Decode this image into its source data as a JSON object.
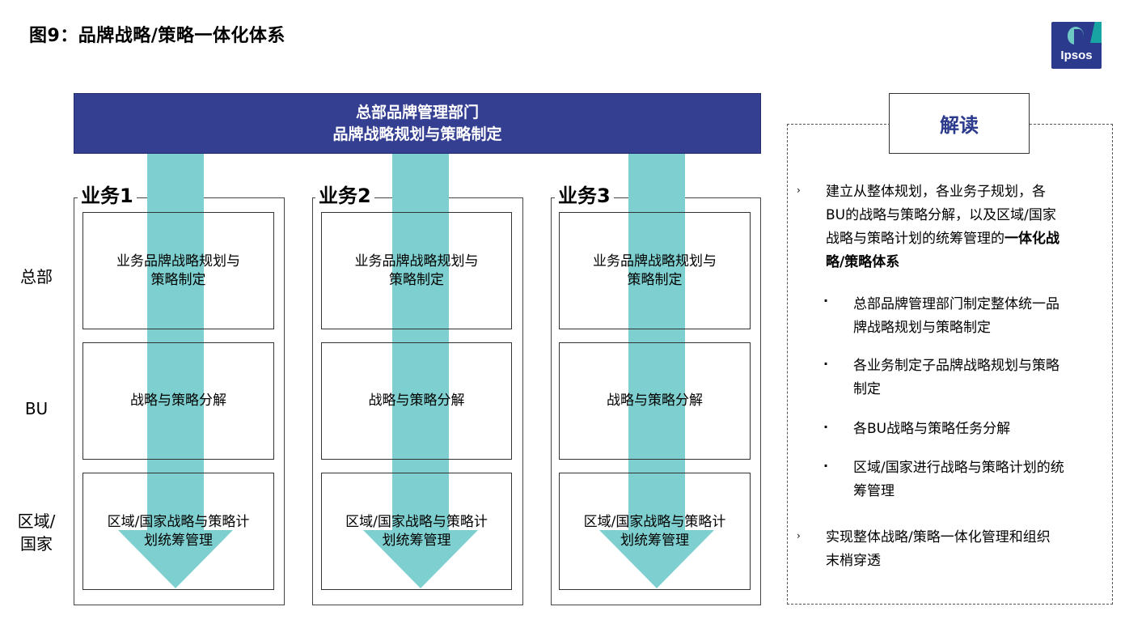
{
  "title": "图9：品牌战略/策略一体化体系",
  "logo": {
    "text": "Ipsos"
  },
  "hq": {
    "line1": "总部品牌管理部门",
    "line2": "品牌战略规划与策略制定"
  },
  "row_labels": {
    "hq": "总部",
    "bu": "BU",
    "region": "区域/\n国家"
  },
  "businesses": [
    {
      "label": "业务1",
      "hq_cell": "业务品牌战略规划与\n策略制定",
      "bu_cell": "战略与策略分解",
      "region_cell": "区域/国家战略与策略计\n划统筹管理"
    },
    {
      "label": "业务2",
      "hq_cell": "业务品牌战略规划与\n策略制定",
      "bu_cell": "战略与策略分解",
      "region_cell": "区域/国家战略与策略计\n划统筹管理"
    },
    {
      "label": "业务3",
      "hq_cell": "业务品牌战略规划与\n策略制定",
      "bu_cell": "战略与策略分解",
      "region_cell": "区域/国家战略与策略计\n划统筹管理"
    }
  ],
  "reading": {
    "heading": "解读",
    "point1_prefix": "建立从整体规划，各业务子规划，各\nBU的战略与策略分解，以及区域/国家\n战略与策略计划的统筹管理的",
    "point1_bold": "一体化战\n略/策略体系",
    "sub1": "总部品牌管理部门制定整体统一品\n牌战略规划与策略制定",
    "sub2": "各业务制定子品牌战略规划与策略\n制定",
    "sub3": "各BU战略与策略任务分解",
    "sub4": "区域/国家进行战略与策略计划的统\n筹管理",
    "point2": "实现整体战略/策略一体化管理和组织\n末梢穿透",
    "bullet_glyph": "›",
    "dot_glyph": "·"
  },
  "colors": {
    "hq_bar": "#353f91",
    "arrow": "#7ecfcf",
    "reading_heading": "#2b3a8c"
  }
}
